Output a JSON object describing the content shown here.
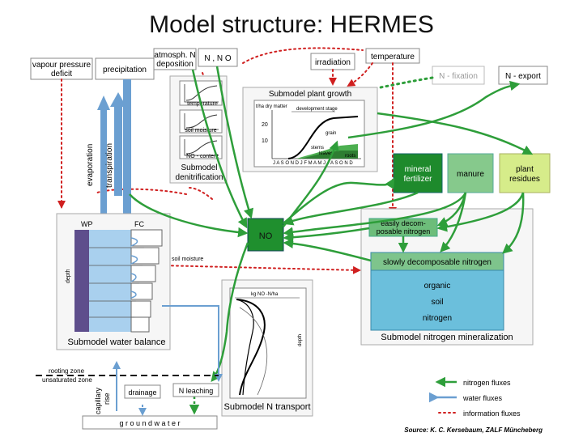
{
  "title": "Model structure: HERMES",
  "colors": {
    "nitrogen_flux": "#2e9e3a",
    "water_flux": "#6b9fd1",
    "info_flux": "#d02020",
    "no_box": "#1f8f2e",
    "mineral_fertilizer": "#1e8a2c",
    "manure": "#86c98c",
    "plant_residues": "#d6ec8a",
    "organic_soil": "#6bbfdc"
  },
  "labels": {
    "vapour_pressure_deficit": [
      "vapour pressure",
      "deficit"
    ],
    "precipitation": "precipitation",
    "atmosph_deposition": [
      "atmosph. N",
      "deposition"
    ],
    "n_no": "N , N O",
    "irradiation": "irradiation",
    "temperature": "temperature",
    "n_fixation": "N - fixation",
    "n_export": "N - export",
    "evaporation": "evaporation",
    "transpiration": "transpiration",
    "submodel_denitrification": [
      "Submodel",
      "denitrification"
    ],
    "denit_temperature": "temperature",
    "denit_soil_moisture": "soil moisture",
    "denit_no_content": "NO - content",
    "submodel_plant_growth": "Submodel plant growth",
    "plant_ylabel": "t/ha dry matter",
    "development_stage": "development stage",
    "grain": "grain",
    "stems": "stems",
    "leaves": "leaves",
    "roots": "roots",
    "plant_y_ticks": [
      "20",
      "10"
    ],
    "plant_x_ticks": "J A S O N D J F M A M J J A S O N D",
    "mineral_fertilizer": [
      "mineral",
      "fertilizer"
    ],
    "manure": "manure",
    "plant_residues": [
      "plant",
      "residues"
    ],
    "no": "NO",
    "easily_decomposable": [
      "easily decom-",
      "posable nitrogen"
    ],
    "slowly_decomposable": "slowly decomposable nitrogen",
    "organic_soil_nitrogen": [
      "organic",
      "soil",
      "nitrogen"
    ],
    "submodel_nitrogen_mineralization": "Submodel nitrogen mineralization",
    "wp": "WP",
    "fc": "FC",
    "depth": "depth",
    "soil_moisture": "soil moisture",
    "submodel_water_balance": "Submodel water balance",
    "n_transport_axis": "kg NO -N/ha",
    "submodel_n_transport": "Submodel N transport",
    "rooting_zone": "rooting zone",
    "unsaturated_zone": "unsaturated zone",
    "capillary_rise": [
      "capillary",
      "rise"
    ],
    "drainage": "drainage",
    "n_leaching": "N leaching",
    "groundwater": "g r o u n d w a t e r",
    "legend_nitrogen": "nitrogen fluxes",
    "legend_water": "water fluxes",
    "legend_information": "information fluxes",
    "source": "Source: K. C. Kersebaum, ZALF Müncheberg"
  }
}
